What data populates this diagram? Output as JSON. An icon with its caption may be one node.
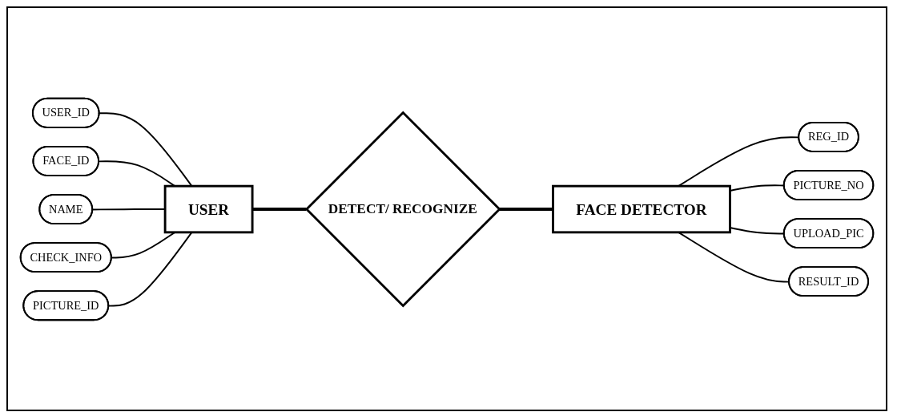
{
  "diagram": {
    "nodes": [
      {
        "text": [
          "USER_ID"
        ]
      },
      {
        "text": [
          "FACE_ID"
        ]
      },
      {
        "text": [
          "NAME"
        ]
      },
      {
        "text": [
          "CHECK_INFO"
        ]
      },
      {
        "text": [
          "PICTURE_ID"
        ]
      },
      {
        "text": [
          "USER"
        ]
      },
      {
        "text": [
          "DETECT/ RECOGNIZE"
        ]
      },
      {
        "text": [
          "FACE DETECTOR"
        ]
      },
      {
        "text": [
          "REG_ID"
        ]
      },
      {
        "text": [
          "PICTURE_NO"
        ]
      },
      {
        "text": [
          "UPLOAD_PIC"
        ]
      },
      {
        "text": [
          "RESULT_ID"
        ]
      }
    ],
    "edges": [
      {
        "from": 0,
        "to": 5,
        "arrow": "none"
      },
      {
        "from": 1,
        "to": 5,
        "arrow": "none"
      },
      {
        "from": 2,
        "to": 5,
        "arrow": "none"
      },
      {
        "from": 3,
        "to": 5,
        "arrow": "none"
      },
      {
        "from": 4,
        "to": 5,
        "arrow": "none"
      },
      {
        "from": 5,
        "to": 6,
        "arrow": "none",
        "style": "thick"
      },
      {
        "from": 6,
        "to": 7,
        "arrow": "none",
        "style": "thick"
      },
      {
        "from": 7,
        "to": 8,
        "arrow": "none"
      },
      {
        "from": 7,
        "to": 9,
        "arrow": "none"
      },
      {
        "from": 7,
        "to": 10,
        "arrow": "none"
      },
      {
        "from": 7,
        "to": 11,
        "arrow": "none"
      }
    ]
  }
}
